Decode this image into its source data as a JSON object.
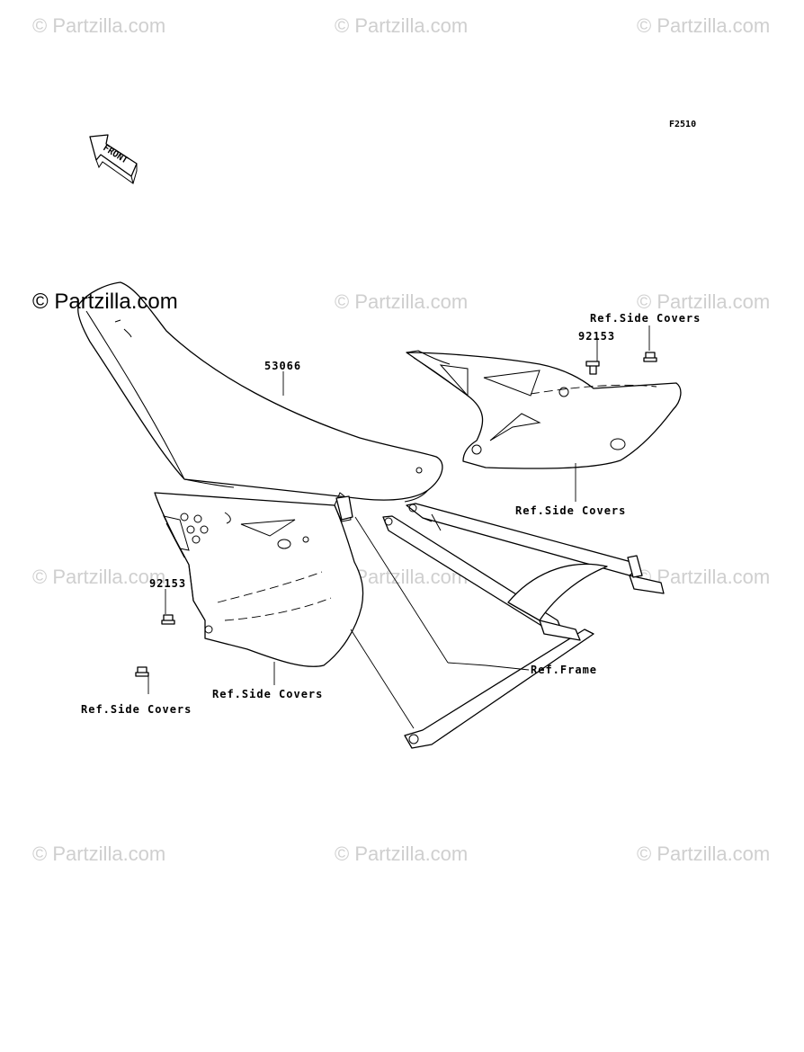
{
  "watermark": "© Partzilla.com",
  "watermark_prominent": "© Partzilla.com",
  "figure_code": "F2510",
  "front_label": "FRONT",
  "callouts": {
    "seat": "53066",
    "bolt_right": "92153",
    "bolt_left": "92153",
    "ref_side_covers_top": "Ref.Side Covers",
    "ref_side_covers_right": "Ref.Side Covers",
    "ref_side_covers_left_lower": "Ref.Side Covers",
    "ref_side_covers_left_bottom": "Ref.Side Covers",
    "ref_frame": "Ref.Frame"
  },
  "icons": {
    "front": "front-arrow-icon",
    "bolt": "bolt-icon"
  }
}
